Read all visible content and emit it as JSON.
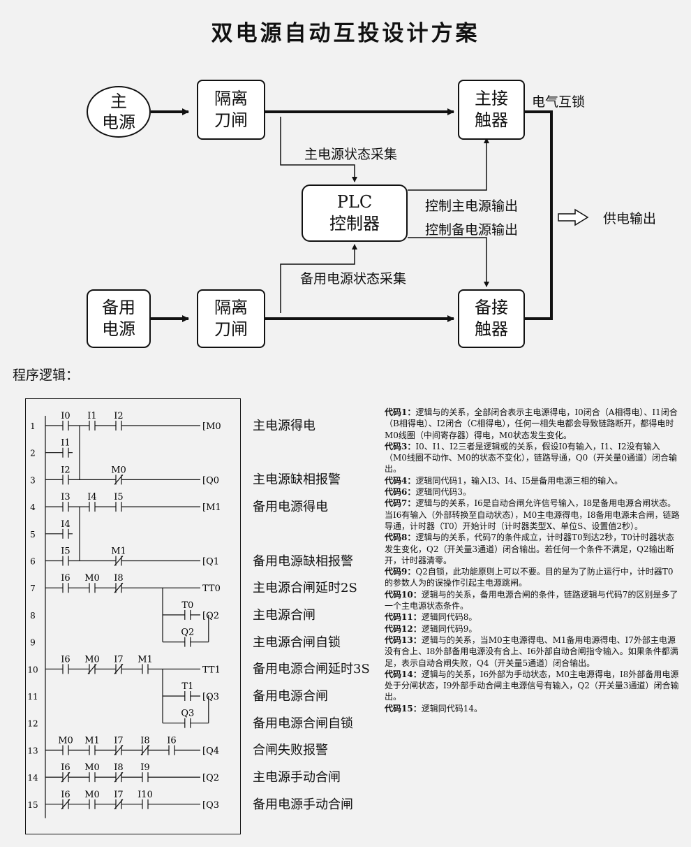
{
  "title": "双电源自动互投设计方案",
  "diagram": {
    "main_source": [
      "主",
      "电源"
    ],
    "backup_source": [
      "备用",
      "电源"
    ],
    "isolator_top": [
      "隔离",
      "刀闸"
    ],
    "isolator_bottom": [
      "隔离",
      "刀闸"
    ],
    "main_contactor": [
      "主接",
      "触器"
    ],
    "backup_contactor": [
      "备接",
      "触器"
    ],
    "plc": [
      "PLC",
      "控制器"
    ],
    "interlock": "电气互锁",
    "main_state": "主电源状态采集",
    "backup_state": "备用电源状态采集",
    "ctrl_main": "控制主电源输出",
    "ctrl_backup": "控制备电源输出",
    "supply": "供电输出"
  },
  "section_label": "程序逻辑：",
  "rungs": [
    {
      "num": "1",
      "name": "主电源得电"
    },
    {
      "num": "2",
      "name": ""
    },
    {
      "num": "3",
      "name": "主电源缺相报警"
    },
    {
      "num": "4",
      "name": "备用电源得电"
    },
    {
      "num": "5",
      "name": ""
    },
    {
      "num": "6",
      "name": "备用电源缺相报警"
    },
    {
      "num": "7",
      "name": "主电源合闸延时2S"
    },
    {
      "num": "8",
      "name": "主电源合闸"
    },
    {
      "num": "9",
      "name": "主电源合闸自锁"
    },
    {
      "num": "10",
      "name": "备用电源合闸延时3S"
    },
    {
      "num": "11",
      "name": "备用电源合闸"
    },
    {
      "num": "12",
      "name": "备用电源合闸自锁"
    },
    {
      "num": "13",
      "name": "合闸失败报警"
    },
    {
      "num": "14",
      "name": "主电源手动合闸"
    },
    {
      "num": "15",
      "name": "备用电源手动合闸"
    }
  ],
  "ladder": {
    "contacts": [
      {
        "label": "I0",
        "row": 1,
        "col": 0,
        "nc": false
      },
      {
        "label": "I1",
        "row": 1,
        "col": 1,
        "nc": false
      },
      {
        "label": "I2",
        "row": 1,
        "col": 2,
        "nc": false
      },
      {
        "label": "I1",
        "row": 2,
        "col": 0,
        "nc": false
      },
      {
        "label": "I2",
        "row": 3,
        "col": 0,
        "nc": false
      },
      {
        "label": "M0",
        "row": 3,
        "col": 2,
        "nc": true
      },
      {
        "label": "I3",
        "row": 4,
        "col": 0,
        "nc": false
      },
      {
        "label": "I4",
        "row": 4,
        "col": 1,
        "nc": false
      },
      {
        "label": "I5",
        "row": 4,
        "col": 2,
        "nc": false
      },
      {
        "label": "I4",
        "row": 5,
        "col": 0,
        "nc": false
      },
      {
        "label": "I5",
        "row": 6,
        "col": 0,
        "nc": false
      },
      {
        "label": "M1",
        "row": 6,
        "col": 2,
        "nc": true
      },
      {
        "label": "I6",
        "row": 7,
        "col": 0,
        "nc": false
      },
      {
        "label": "M0",
        "row": 7,
        "col": 1,
        "nc": false
      },
      {
        "label": "I8",
        "row": 7,
        "col": 2,
        "nc": true
      },
      {
        "label": "T0",
        "row": 8,
        "col": 4.6,
        "nc": false
      },
      {
        "label": "Q2",
        "row": 9,
        "col": 4.6,
        "nc": false
      },
      {
        "label": "I6",
        "row": 10,
        "col": 0,
        "nc": false
      },
      {
        "label": "M0",
        "row": 10,
        "col": 1,
        "nc": true
      },
      {
        "label": "I7",
        "row": 10,
        "col": 2,
        "nc": true
      },
      {
        "label": "M1",
        "row": 10,
        "col": 3,
        "nc": false
      },
      {
        "label": "T1",
        "row": 11,
        "col": 4.6,
        "nc": false
      },
      {
        "label": "Q3",
        "row": 12,
        "col": 4.6,
        "nc": false
      },
      {
        "label": "M0",
        "row": 13,
        "col": 0,
        "nc": false
      },
      {
        "label": "M1",
        "row": 13,
        "col": 1,
        "nc": false
      },
      {
        "label": "I7",
        "row": 13,
        "col": 2,
        "nc": true
      },
      {
        "label": "I8",
        "row": 13,
        "col": 3,
        "nc": true
      },
      {
        "label": "I6",
        "row": 13,
        "col": 4,
        "nc": false
      },
      {
        "label": "I6",
        "row": 14,
        "col": 0,
        "nc": true
      },
      {
        "label": "M0",
        "row": 14,
        "col": 1,
        "nc": false
      },
      {
        "label": "I8",
        "row": 14,
        "col": 2,
        "nc": true
      },
      {
        "label": "I9",
        "row": 14,
        "col": 3,
        "nc": false
      },
      {
        "label": "I6",
        "row": 15,
        "col": 0,
        "nc": true
      },
      {
        "label": "M0",
        "row": 15,
        "col": 1,
        "nc": false
      },
      {
        "label": "I7",
        "row": 15,
        "col": 2,
        "nc": true
      },
      {
        "label": "I10",
        "row": 15,
        "col": 3,
        "nc": false
      }
    ],
    "outputs": [
      {
        "label": "[M0",
        "row": 1
      },
      {
        "label": "[Q0",
        "row": 3
      },
      {
        "label": "[M1",
        "row": 4
      },
      {
        "label": "[Q1",
        "row": 6
      },
      {
        "label": "TT0",
        "row": 7
      },
      {
        "label": "[Q2",
        "row": 8
      },
      {
        "label": "TT1",
        "row": 10
      },
      {
        "label": "[Q3",
        "row": 11
      },
      {
        "label": "[Q4",
        "row": 13
      },
      {
        "label": "[Q2",
        "row": 14
      },
      {
        "label": "[Q3",
        "row": 15
      }
    ]
  },
  "notes": [
    {
      "head": "代码1：",
      "text": "逻辑与的关系，全部闭合表示主电源得电，I0闭合（A相得电）、I1闭合（B相得电）、I2闭合（C相得电），任何一相失电都会导致链路断开，都得电时M0线圈（中间寄存器）得电，M0状态发生变化。"
    },
    {
      "head": "代码3：",
      "text": "I0、I1、I2三者是逻辑或的关系，假设I0有输入，I1、I2没有输入（M0线圈不动作、M0的状态不变化），链路导通，Q0（开关量0通道）闭合输出。"
    },
    {
      "head": "代码4：",
      "text": "逻辑同代码1，输入I3、I4、I5是备用电源三相的输入。"
    },
    {
      "head": "代码6：",
      "text": "逻辑同代码3。"
    },
    {
      "head": "代码7：",
      "text": "逻辑与的关系，I6是自动合闸允许信号输入，I8是备用电源合闸状态。当I6有输入（外部转换至自动状态），M0主电源得电，I8备用电源未合闸，链路导通，计时器（T0）开始计时（计时器类型X、单位S、设置值2秒）。"
    },
    {
      "head": "代码8：",
      "text": "逻辑与的关系，代码7的条件成立，计时器T0到达2秒，T0计时器状态发生变化，Q2（开关量3通道）闭合输出。若任何一个条件不满足，Q2输出断开，计时器清零。"
    },
    {
      "head": "代码9：",
      "text": "Q2自锁，此功能原则上可以不要。目的是为了防止运行中，计时器T0的参数人为的误操作引起主电源跳闸。"
    },
    {
      "head": "代码10：",
      "text": "逻辑与的关系，备用电源合闸的条件，链路逻辑与代码7的区别是多了一个主电源状态条件。"
    },
    {
      "head": "代码11：",
      "text": "逻辑同代码8。"
    },
    {
      "head": "代码12：",
      "text": "逻辑同代码9。"
    },
    {
      "head": "代码13：",
      "text": "逻辑与的关系，当M0主电源得电、M1备用电源得电、I7外部主电源没有合上、I8外部备用电源没有合上、I6外部自动合闸指令输入。如果条件都满足，表示自动合闸失败，Q4（开关量5通道）闭合输出。"
    },
    {
      "head": "代码14：",
      "text": "逻辑与的关系，I6外部为手动状态，M0主电源得电，I8外部备用电源处于分闸状态，I9外部手动合闸主电源信号有输入，Q2（开关量3通道）闭合输出。"
    },
    {
      "head": "代码15：",
      "text": "逻辑同代码14。"
    }
  ]
}
